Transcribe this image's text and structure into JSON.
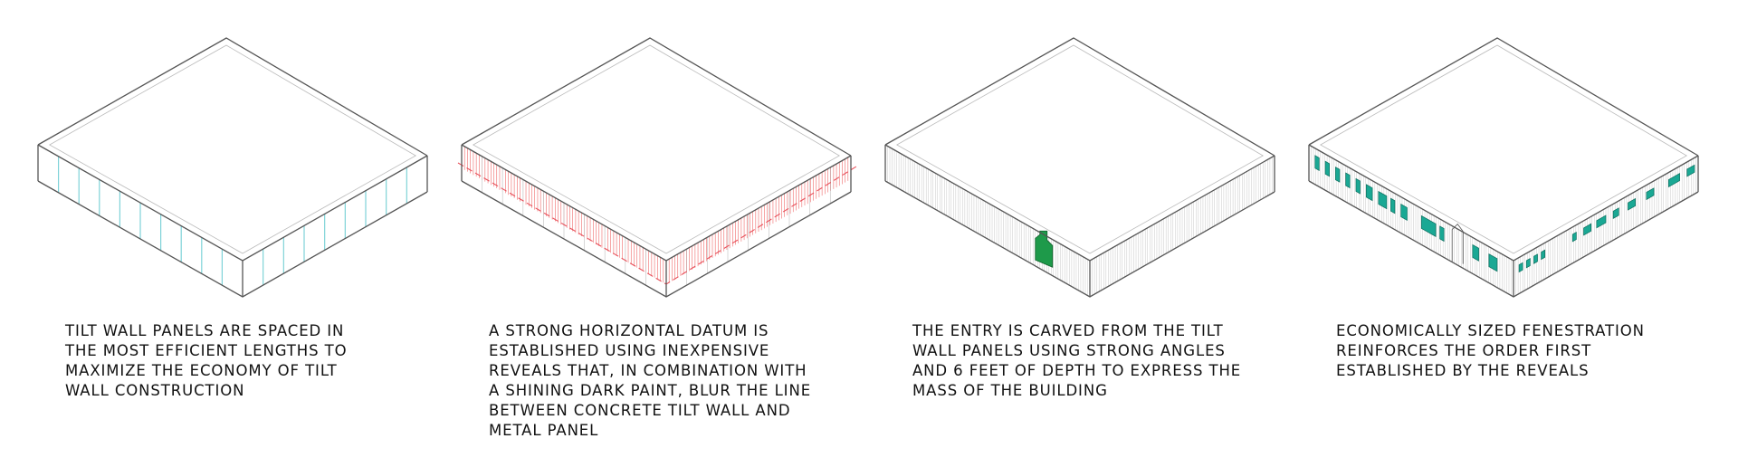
{
  "colors": {
    "outline": "#555555",
    "inner_edge": "#bbbbbb",
    "panel_joint": "#7fd3d8",
    "datum_reveal": "#f06a6a",
    "datum_line": "#e8505a",
    "entry": "#1e9a4a",
    "window": "#1aa894",
    "wall_rib": "#c8c8c8"
  },
  "panels": [
    {
      "id": "tilt-wall-panels",
      "caption_lines": [
        "TILT WALL PANELS ARE SPACED IN",
        "THE MOST EFFICIENT LENGTHS TO",
        "MAXIMIZE THE ECONOMY OF TILT",
        "WALL CONSTRUCTION"
      ]
    },
    {
      "id": "horizontal-datum",
      "caption_lines": [
        "A STRONG HORIZONTAL DATUM IS",
        "ESTABLISHED USING INEXPENSIVE",
        "REVEALS THAT, IN COMBINATION WITH",
        "A SHINING DARK PAINT, BLUR THE LINE",
        "BETWEEN CONCRETE TILT WALL AND",
        "METAL PANEL"
      ]
    },
    {
      "id": "carved-entry",
      "caption_lines": [
        "THE ENTRY IS CARVED FROM THE TILT",
        "WALL PANELS USING STRONG ANGLES",
        "AND 6 FEET OF DEPTH TO EXPRESS THE",
        "MASS OF THE BUILDING"
      ]
    },
    {
      "id": "fenestration",
      "caption_lines": [
        "ECONOMICALLY SIZED FENESTRATION",
        "REINFORCES THE ORDER FIRST",
        "ESTABLISHED BY THE REVEALS"
      ]
    }
  ]
}
